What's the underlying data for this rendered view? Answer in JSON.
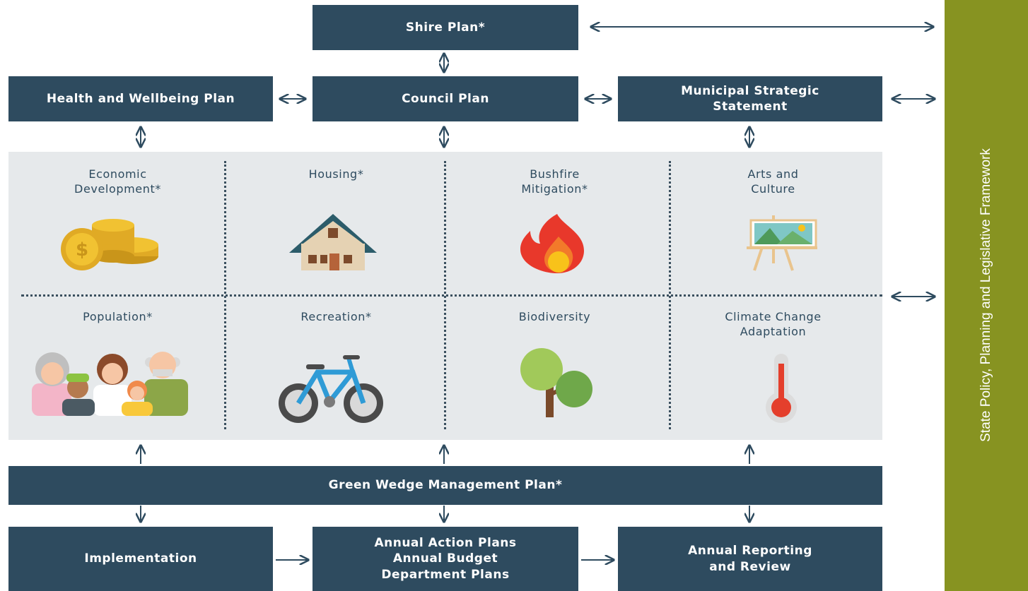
{
  "top": {
    "shire_plan": "Shire Plan*"
  },
  "row2": {
    "health": "Health and Wellbeing Plan",
    "council": "Council Plan",
    "municipal_line1": "Municipal Strategic",
    "municipal_line2": "Statement"
  },
  "grid": {
    "economic_line1": "Economic",
    "economic_line2": "Development*",
    "housing": "Housing*",
    "bushfire_line1": "Bushfire",
    "bushfire_line2": "Mitigation*",
    "arts_line1": "Arts and",
    "arts_line2": "Culture",
    "population": "Population*",
    "recreation": "Recreation*",
    "biodiversity": "Biodiversity",
    "climate_line1": "Climate Change",
    "climate_line2": "Adaptation"
  },
  "green_wedge": "Green Wedge Management Plan*",
  "bottom": {
    "implementation": "Implementation",
    "annual_action": "Annual Action Plans",
    "annual_budget": "Annual Budget",
    "department": "Department Plans",
    "reporting_line1": "Annual Reporting",
    "reporting_line2": "and Review"
  },
  "sidebar": {
    "label": "State Policy, Planning and Legislative Framework"
  },
  "colors": {
    "box": "#2e4b5f",
    "sidebar": "#879321",
    "grid_bg": "#e6e9eb"
  },
  "icons": [
    "coins-icon",
    "house-icon",
    "fire-icon",
    "easel-icon",
    "family-icon",
    "bicycle-icon",
    "tree-icon",
    "thermometer-icon"
  ]
}
